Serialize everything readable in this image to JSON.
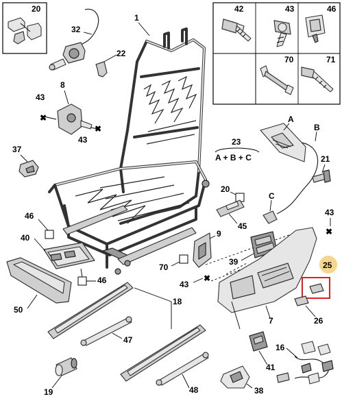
{
  "labels": {
    "p1": "1",
    "p7": "7",
    "p8": "8",
    "p9": "9",
    "p16": "16",
    "p18": "18",
    "p19": "19",
    "p20": "20",
    "p20b": "20",
    "p21": "21",
    "p22": "22",
    "p23": "23",
    "p23_formula": "A + B + C",
    "p25": "25",
    "p26": "26",
    "p32": "32",
    "p37": "37",
    "p38": "38",
    "p39": "39",
    "p40": "40",
    "p41": "41",
    "p42": "42",
    "p43": "43",
    "p43a": "43",
    "p43b": "43",
    "p43c": "43",
    "p43d": "43",
    "p45": "45",
    "p46a": "46",
    "p46b": "46",
    "p46c": "46",
    "p47": "47",
    "p48": "48",
    "p50": "50",
    "p70": "70",
    "p70b": "70",
    "p71": "71",
    "pA": "A",
    "pB": "B",
    "pC": "C"
  },
  "highlight": {
    "part": "25",
    "marker_color": "#f5cf7a",
    "box_color": "#e0201c"
  }
}
